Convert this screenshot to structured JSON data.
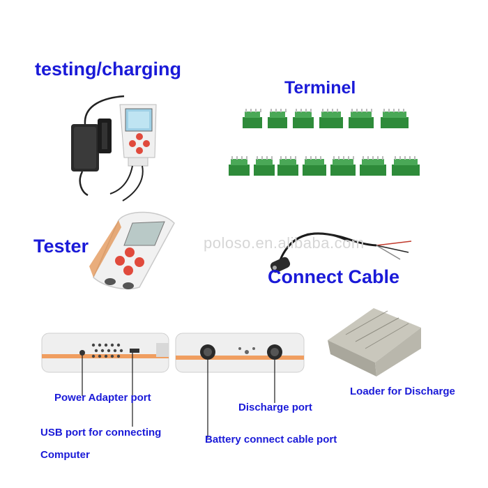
{
  "labels": {
    "testing_charging": "testing/charging",
    "terminel": "Terminel",
    "tester": "Tester",
    "connect_cable": "Connect Cable"
  },
  "watermark": "poloso.en.alibaba.com",
  "captions": {
    "power_adapter_port": "Power Adapter port",
    "usb_port_line1": "USB port for connecting",
    "usb_port_line2": "Computer",
    "discharge_port": "Discharge port",
    "battery_cable_port": "Battery connect cable port",
    "loader": "Loader for Discharge"
  },
  "colors": {
    "label_blue": "#1a1ad8",
    "terminal_green": "#2e8b3a",
    "device_body": "#f2f2f2",
    "button_red": "#e04a3c",
    "device_orange": "#f08a3c"
  }
}
